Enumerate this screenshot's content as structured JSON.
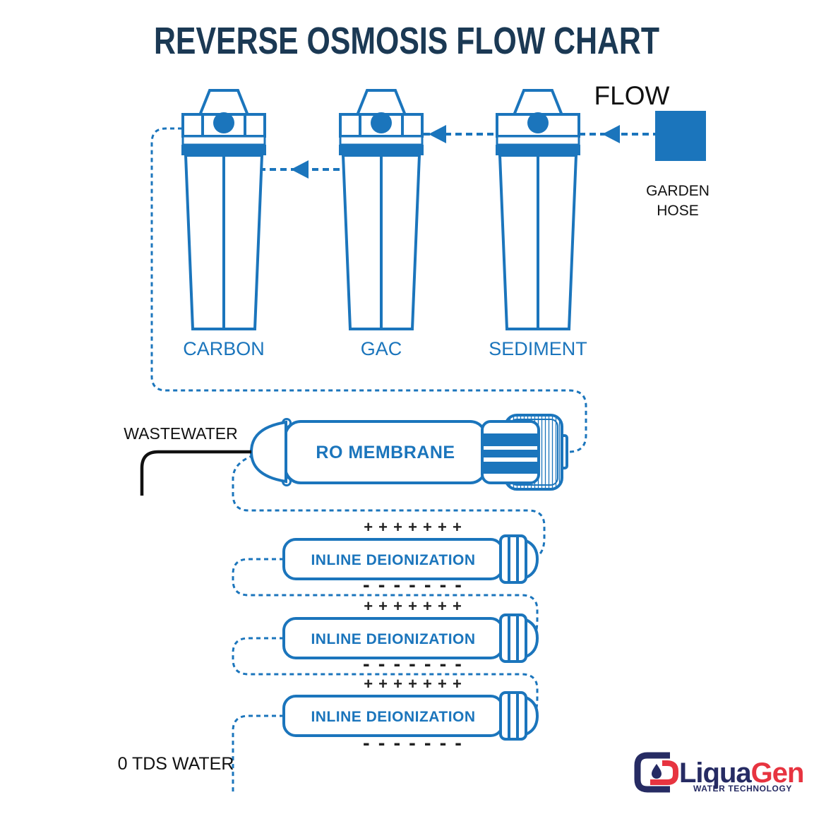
{
  "title": "REVERSE OSMOSIS FLOW CHART",
  "flow": {
    "label": "FLOW"
  },
  "source": {
    "name": "GARDEN HOSE",
    "line1": "GARDEN",
    "line2": "HOSE"
  },
  "stage_filters": [
    {
      "label": "CARBON"
    },
    {
      "label": "GAC"
    },
    {
      "label": "SEDIMENT"
    }
  ],
  "membrane": {
    "label": "RO MEMBRANE"
  },
  "wastewater": {
    "label": "WASTEWATER"
  },
  "di_stages": [
    {
      "label": "INLINE DEIONIZATION",
      "plus_row": "+ + + + + + +",
      "minus_row": "- - - - - - -"
    },
    {
      "label": "INLINE DEIONIZATION",
      "plus_row": "+ + + + + + +",
      "minus_row": "- - - - - - -"
    },
    {
      "label": "INLINE DEIONIZATION",
      "plus_row": "+ + + + + + +",
      "minus_row": "- - - - - - -"
    }
  ],
  "output": {
    "label": "0 TDS WATER"
  },
  "logo": {
    "brand_left": "Liqua",
    "brand_right": "Gen",
    "tagline": "WATER TECHNOLOGY"
  },
  "colors": {
    "diagram_blue": "#1b75bc",
    "title_navy": "#1b3954",
    "text_black": "#111111",
    "logo_navy": "#262b63",
    "logo_red": "#e73440"
  }
}
